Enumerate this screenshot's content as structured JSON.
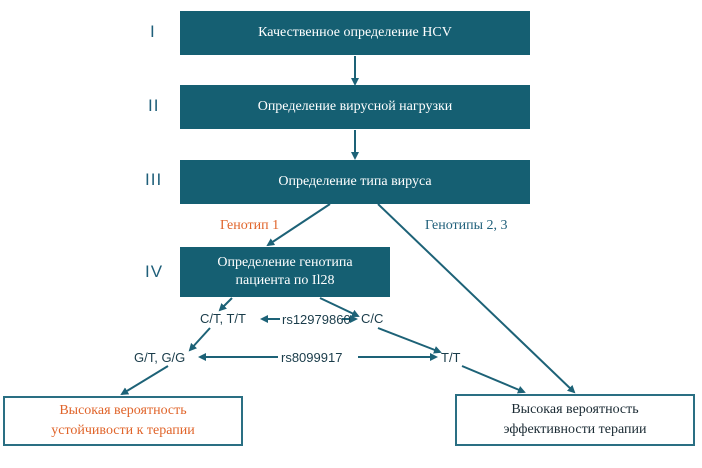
{
  "stages": [
    "I",
    "II",
    "III",
    "IV"
  ],
  "steps": {
    "qualitative": "Качественное определение HCV",
    "viral_load": "Определение вирусной нагрузки",
    "virus_type": "Определение типа вируса",
    "patient_genotype_line1": "Определение генотипа",
    "patient_genotype_line2": "пациента по Il28"
  },
  "branches": {
    "genotype1": "Генотип 1",
    "genotypes23": "Генотипы 2, 3"
  },
  "snps": {
    "ct_tt": "C/T, T/T",
    "rs12979860": "rs12979860",
    "cc": "C/C",
    "gt_gg": "G/T, G/G",
    "rs8099917": "rs8099917",
    "tt": "T/T"
  },
  "outcomes": {
    "resistance_line1": "Высокая вероятность",
    "resistance_line2": "устойчивости к терапии",
    "efficacy_line1": "Высокая вероятность",
    "efficacy_line2": "эффективности терапии"
  },
  "colors": {
    "box_fill": "#155f72",
    "accent_orange": "#e0642a",
    "text_teal": "#1f5f7a"
  }
}
